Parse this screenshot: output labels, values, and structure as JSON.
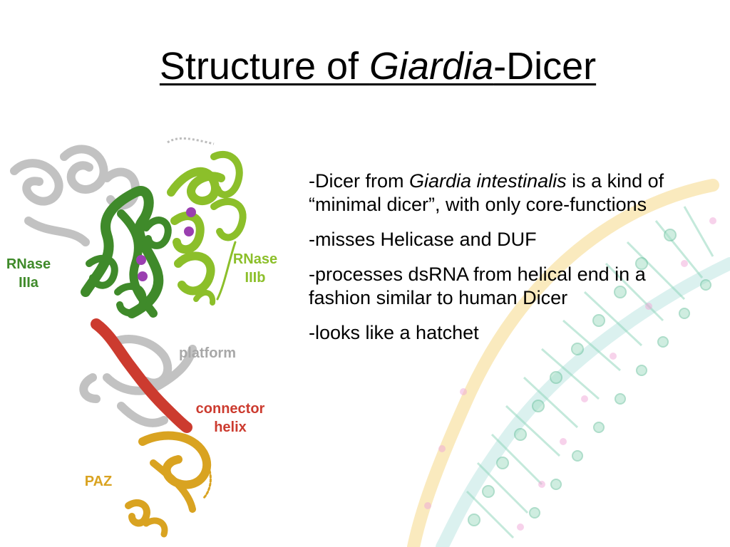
{
  "slide": {
    "title_prefix": "Structure of ",
    "title_italic": "Giardia",
    "title_suffix": "-Dicer",
    "bullets": [
      {
        "pre": "-Dicer from ",
        "italic": "Giardia intestinalis",
        "post": " is a kind of “minimal dicer”, with only core-functions"
      },
      {
        "pre": "-misses Helicase and DUF",
        "italic": "",
        "post": ""
      },
      {
        "pre": "-processes dsRNA from helical end in a fashion similar to human Dicer",
        "italic": "",
        "post": ""
      },
      {
        "pre": "-looks like a hatchet",
        "italic": "",
        "post": ""
      }
    ]
  },
  "figure": {
    "labels": {
      "rnase_a_1": "RNase",
      "rnase_a_2": "IIIa",
      "rnase_b_1": "RNase",
      "rnase_b_2": "IIIb",
      "platform": "platform",
      "connector_1": "connector",
      "connector_2": "helix",
      "paz": "PAZ"
    },
    "colors": {
      "rnase_a": "#3f8a2a",
      "rnase_b": "#8cbf2a",
      "platform": "#bdbdbd",
      "connector": "#cc3b2f",
      "paz": "#d9a321",
      "metal_ion": "#9a3fb0"
    }
  }
}
